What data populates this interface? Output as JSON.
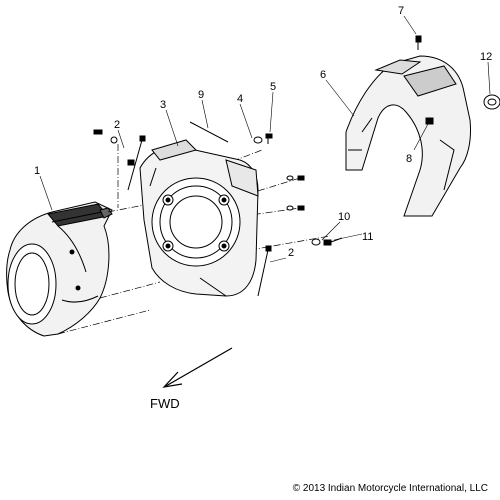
{
  "diagram": {
    "callouts": [
      {
        "id": "1",
        "label": "1"
      },
      {
        "id": "2a",
        "label": "2"
      },
      {
        "id": "3",
        "label": "3"
      },
      {
        "id": "9",
        "label": "9"
      },
      {
        "id": "4",
        "label": "4"
      },
      {
        "id": "5",
        "label": "5"
      },
      {
        "id": "6",
        "label": "6"
      },
      {
        "id": "7",
        "label": "7"
      },
      {
        "id": "12",
        "label": "12"
      },
      {
        "id": "8",
        "label": "8"
      },
      {
        "id": "10",
        "label": "10"
      },
      {
        "id": "11",
        "label": "11"
      },
      {
        "id": "2b",
        "label": "2"
      }
    ],
    "direction_label": "FWD",
    "copyright": "© 2013 Indian Motorcycle International, LLC"
  }
}
